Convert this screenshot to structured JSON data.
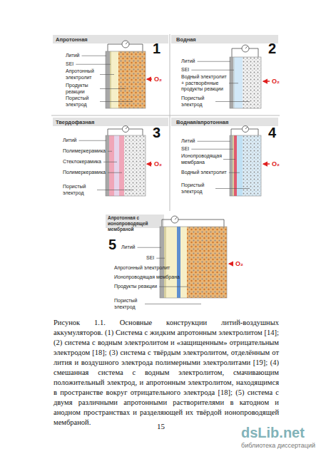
{
  "diagram": {
    "caption": "Рисунок 1.1. Основные конструкции литий-воздушных аккумуляторов. (1) Система с жидким апротонным электролитом [14]; (2) система с водным электролитом и «защищенным» отрицательным электродом [18]; (3) система с твёрдым электролитом, отделённым от лития и воздушного электрода полимерными электролитами [19]; (4) смешанная система с водным электролитом, смачивающим положительный электрод, и апротонным электролитом, находящимся в пространстве вокруг отрицательного электрода [18]; (5) система с двумя различными апротонными растворителями в катодном и анодном пространствах и разделяющей их твёрдой ионопроводящей мембраной.",
    "labels": [
      "Апротонная",
      "1",
      "Литий",
      "SEI",
      "Апротонный электролит",
      "Продукты реакции",
      "Пористый электрод",
      "O₂",
      "Водная",
      "2",
      "Литий",
      "SEI",
      "Водный электролит + растворённые продукты реакции",
      "Пористый электрод",
      "O₂",
      "Твердофазная",
      "3",
      "Литий",
      "Полимеркерамика",
      "Стеклокерамика",
      "Полимеркерамика",
      "Пористый электрод",
      "O₂",
      "Водная/апротонная",
      "4",
      "Литий",
      "SEI",
      "Ионопроводящая мембрана",
      "Водный электролит",
      "Пористый электрод",
      "O₂",
      "Апротонная с ионопроводящей мембраной",
      "5",
      "Литий",
      "SEI",
      "Апротонный электролит",
      "Ионопроводящая мембрана",
      "Продукты реакции",
      "Пористый электрод",
      "O₂",
      "15",
      "dsLib.net",
      "библиотека диссертаций"
    ]
  }
}
